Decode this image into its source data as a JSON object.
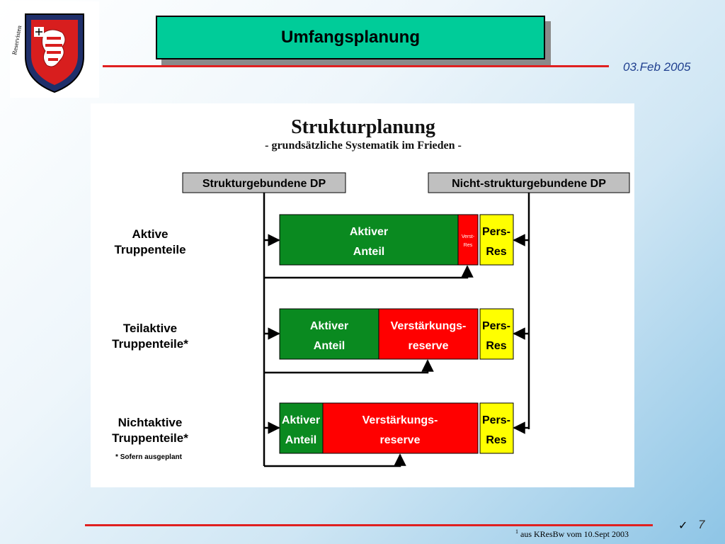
{
  "slide": {
    "title": "Umfangsplanung",
    "date": "03.Feb 2005",
    "page_number": "7",
    "check_mark": "✓",
    "footnote_marker": "1",
    "footnote_text": " aus KResBw vom 10.Sept 2003",
    "logo_text": "Reservistenkameradschaft Frankfurt am Main"
  },
  "diagram": {
    "title": "Strukturplanung",
    "subtitle": "- grundsätzliche Systematik im Frieden -",
    "header_left": "Strukturgebundene DP",
    "header_right": "Nicht-strukturgebundene DP",
    "rows": [
      {
        "label_1": "Aktive",
        "label_2": "Truppenteile",
        "aktiver_1": "Aktiver",
        "aktiver_2": "Anteil",
        "verst_1": "Verst-",
        "verst_2": "Res",
        "pers_1": "Pers-",
        "pers_2": "Res"
      },
      {
        "label_1": "Teilaktive",
        "label_2": "Truppenteile*",
        "aktiver_1": "Aktiver",
        "aktiver_2": "Anteil",
        "verst_1": "Verstärkungs-",
        "verst_2": "reserve",
        "pers_1": "Pers-",
        "pers_2": "Res"
      },
      {
        "label_1": "Nichtaktive",
        "label_2": "Truppenteile*",
        "aktiver_1": "Aktiver",
        "aktiver_2": "Anteil",
        "verst_1": "Verstärkungs-",
        "verst_2": "reserve",
        "pers_1": "Pers-",
        "pers_2": "Res"
      }
    ],
    "note": "* Sofern ausgeplant"
  },
  "colors": {
    "green": "#0a8a20",
    "red": "#ff0000",
    "yellow": "#ffff00",
    "header_gray": "#c0c0c0",
    "title_teal": "#00cc99"
  }
}
